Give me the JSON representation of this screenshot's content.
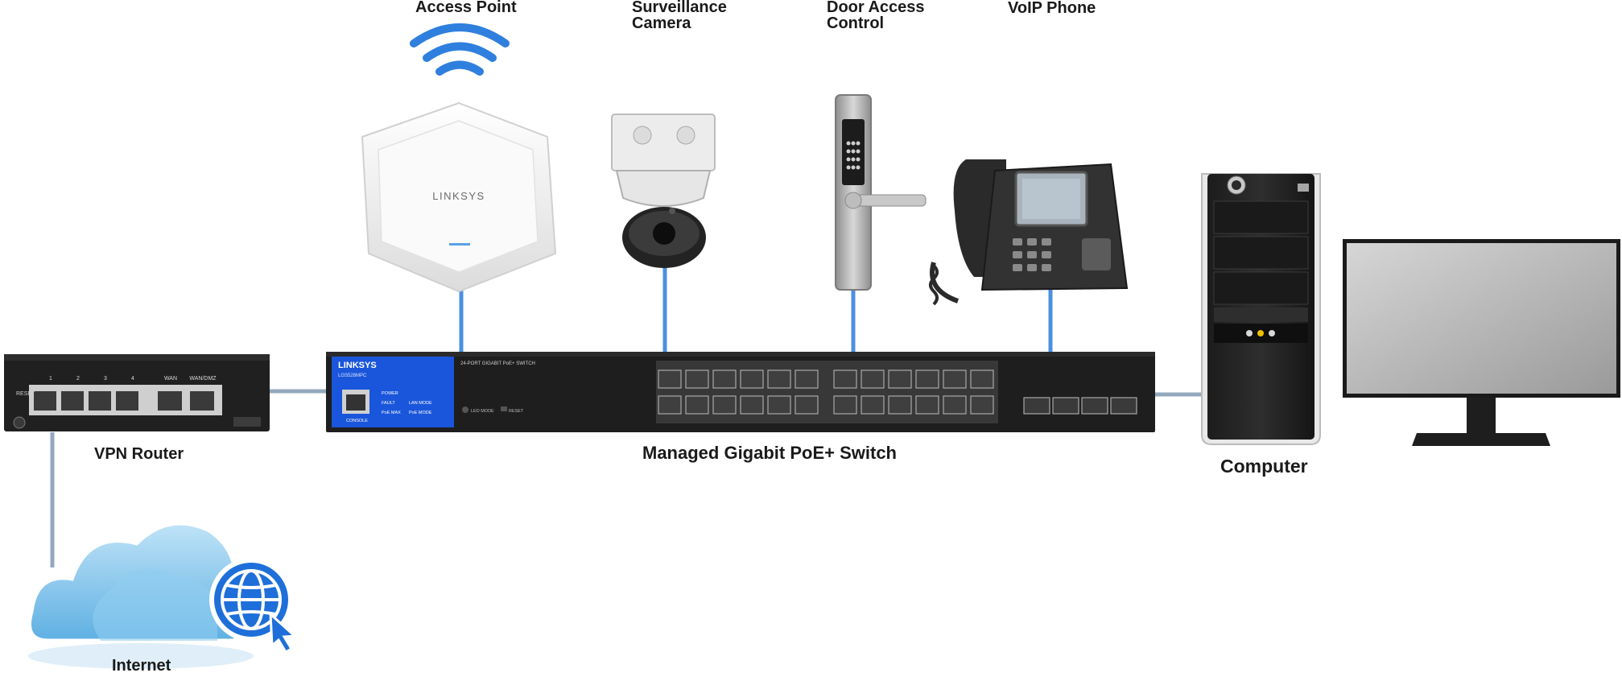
{
  "colors": {
    "link": "#4a90e2",
    "wire": "#94a8bd",
    "device_dark": "#1c1c1c",
    "accent_blue": "#1a56db"
  },
  "labels": {
    "access_point": "Access Point",
    "camera_line1": "Surveillance",
    "camera_line2": "Camera",
    "door_line1": "Door Access",
    "door_line2": "Control",
    "voip_phone": "VoIP Phone",
    "vpn_router": "VPN Router",
    "switch": "Managed Gigabit PoE+ Switch",
    "computer": "Computer",
    "internet": "Internet"
  },
  "devices": {
    "access_point_brand": "LINKSYS",
    "switch_brand": "LINKSYS",
    "switch_model": "LGS528MPC",
    "switch_caption": "24-PORT GIGABIT PoE+ SWITCH",
    "switch_console": "CONSOLE",
    "switch_status": [
      "POWER",
      "FAULT",
      "PoE MAX"
    ],
    "switch_modes": [
      "LAN MODE",
      "PoE MODE"
    ],
    "switch_led_mode": "LED MODE",
    "switch_reset": "RESET",
    "router_reset": "RESET",
    "router_ports": [
      "1",
      "2",
      "3",
      "4",
      "WAN",
      "WAN/DMZ"
    ]
  },
  "icons": {
    "wifi": "wifi-icon",
    "globe": "globe-icon",
    "cloud": "cloud-icon",
    "cursor": "cursor-icon"
  }
}
